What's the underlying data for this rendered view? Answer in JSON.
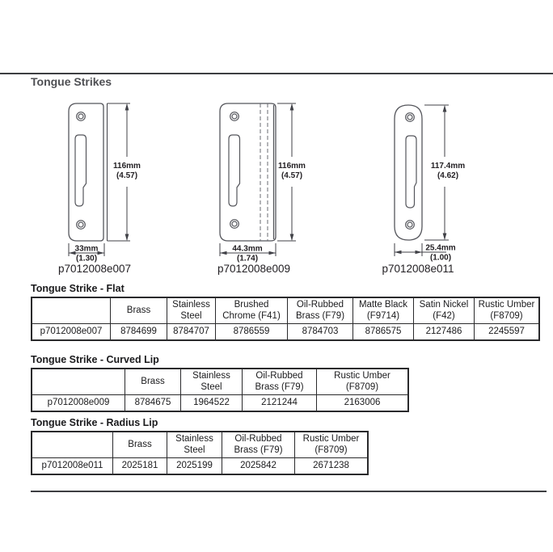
{
  "title": "Tongue Strikes",
  "drawings": [
    {
      "part_number": "p7012008e007",
      "height_mm": "116mm",
      "height_in": "(4.57)",
      "width_mm": "33mm",
      "width_in": "(1.30)"
    },
    {
      "part_number": "p7012008e009",
      "height_mm": "116mm",
      "height_in": "(4.57)",
      "width_mm": "44.3mm",
      "width_in": "(1.74)"
    },
    {
      "part_number": "p7012008e011",
      "height_mm": "117.4mm",
      "height_in": "(4.62)",
      "width_mm": "25.4mm",
      "width_in": "(1.00)"
    }
  ],
  "tables": [
    {
      "heading": "Tongue Strike - Flat",
      "columns": [
        "",
        "Brass",
        "Stainless Steel",
        "Brushed Chrome (F41)",
        "Oil-Rubbed Brass (F79)",
        "Matte Black (F9714)",
        "Satin Nickel (F42)",
        "Rustic Umber (F8709)"
      ],
      "rows": [
        [
          "p7012008e007",
          "8784699",
          "8784707",
          "8786559",
          "8784703",
          "8786575",
          "2127486",
          "2245597"
        ]
      ]
    },
    {
      "heading": "Tongue Strike - Curved Lip",
      "columns": [
        "",
        "Brass",
        "Stainless Steel",
        "Oil-Rubbed Brass (F79)",
        "Rustic Umber (F8709)"
      ],
      "rows": [
        [
          "p7012008e009",
          "8784675",
          "1964522",
          "2121244",
          "2163006"
        ]
      ]
    },
    {
      "heading": "Tongue Strike - Radius Lip",
      "columns": [
        "",
        "Brass",
        "Stainless Steel",
        "Oil-Rubbed Brass (F79)",
        "Rustic Umber (F8709)"
      ],
      "rows": [
        [
          "p7012008e011",
          "2025181",
          "2025199",
          "2025842",
          "2671238"
        ]
      ]
    }
  ]
}
